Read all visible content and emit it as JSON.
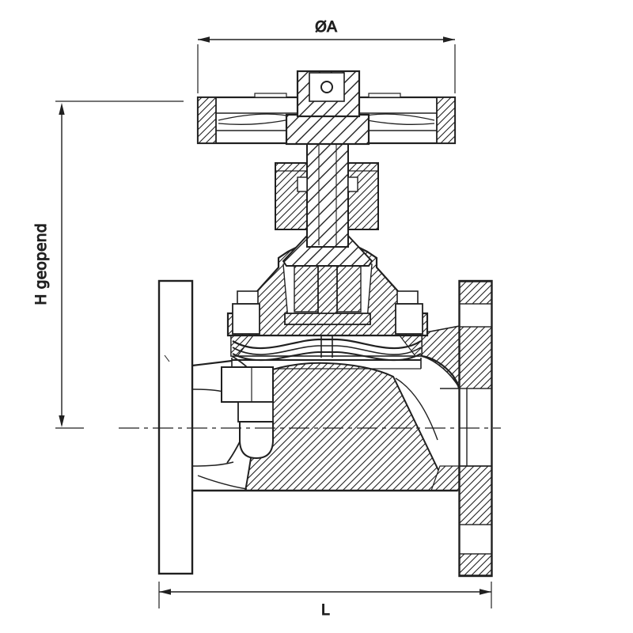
{
  "diagram": {
    "type": "technical-drawing",
    "subject": "Diaphragm valve cross-section with handwheel",
    "background_color": "#ffffff",
    "line_color": "#202020"
  },
  "dimensions": {
    "diameter": {
      "label": "ØA"
    },
    "height_open": {
      "label": "H geopend"
    },
    "face_to_face": {
      "label": "L"
    }
  }
}
